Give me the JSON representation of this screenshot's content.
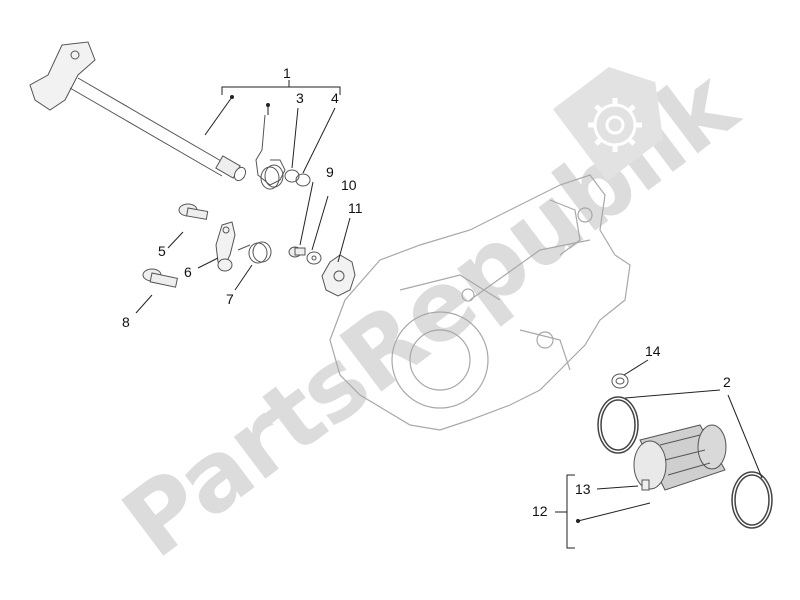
{
  "watermark": {
    "text": "PartsRepublik",
    "color": "#d6d6d6",
    "icon": "gear-icon"
  },
  "callouts": [
    {
      "id": "1",
      "text": "1"
    },
    {
      "id": "2",
      "text": "2"
    },
    {
      "id": "3",
      "text": "3"
    },
    {
      "id": "4",
      "text": "4"
    },
    {
      "id": "5",
      "text": "5"
    },
    {
      "id": "6",
      "text": "6"
    },
    {
      "id": "7",
      "text": "7"
    },
    {
      "id": "8",
      "text": "8"
    },
    {
      "id": "9",
      "text": "9"
    },
    {
      "id": "10",
      "text": "10"
    },
    {
      "id": "11",
      "text": "11"
    },
    {
      "id": "12",
      "text": "12"
    },
    {
      "id": "13",
      "text": "13"
    },
    {
      "id": "14",
      "text": "14"
    }
  ],
  "colors": {
    "line": "#222222",
    "part_stroke": "#9a9a9a",
    "part_fill": "#ededed",
    "part_dark": "#555555"
  }
}
